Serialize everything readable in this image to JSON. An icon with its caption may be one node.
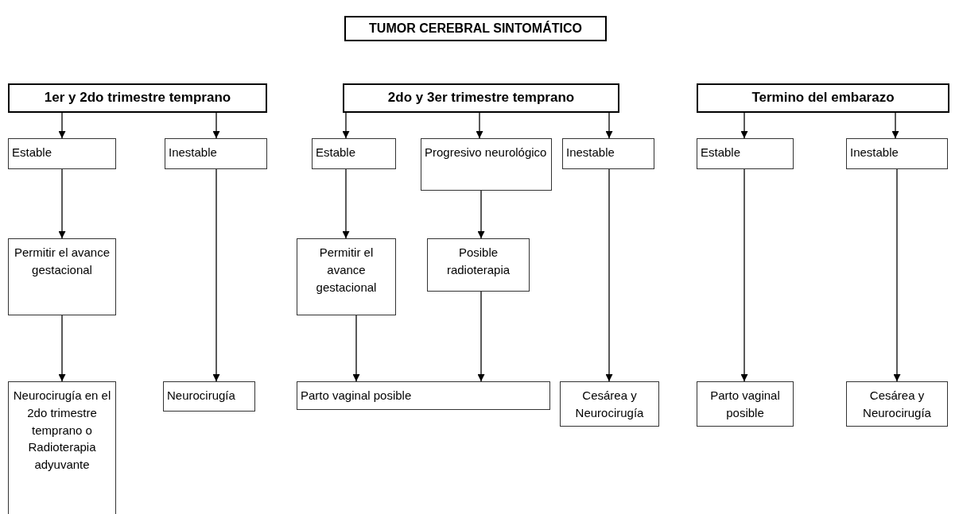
{
  "diagram": {
    "nodes": [
      {
        "text": [
          "TUMOR CEREBRAL SINTOMÁTICO"
        ]
      },
      {
        "text": [
          "1er y 2do trimestre temprano"
        ]
      },
      {
        "text": [
          "2do y 3er trimestre temprano"
        ]
      },
      {
        "text": [
          "Termino del embarazo"
        ]
      },
      {
        "text": [
          "Estable"
        ]
      },
      {
        "text": [
          "Inestable"
        ]
      },
      {
        "text": [
          "Estable"
        ]
      },
      {
        "text": [
          "Progresivo neurológico"
        ]
      },
      {
        "text": [
          "Inestable"
        ]
      },
      {
        "text": [
          "Estable"
        ]
      },
      {
        "text": [
          "Inestable"
        ]
      },
      {
        "text": [
          "Permitir el avance gestacional"
        ]
      },
      {
        "text": [
          "Permitir el avance gestacional"
        ]
      },
      {
        "text": [
          "Posible radioterapia"
        ]
      },
      {
        "text": [
          "Neurocirugía en el 2do trimestre temprano o Radioterapia adyuvante"
        ]
      },
      {
        "text": [
          "Neurocirugía"
        ]
      },
      {
        "text": [
          "Parto vaginal posible"
        ]
      },
      {
        "text": [
          "Cesárea y Neurocirugía"
        ]
      },
      {
        "text": [
          "Parto vaginal posible"
        ]
      },
      {
        "text": [
          "Cesárea y Neurocirugía"
        ]
      }
    ],
    "edges": [
      {
        "from": 1,
        "to": 4,
        "arrow": "to"
      },
      {
        "from": 1,
        "to": 5,
        "arrow": "to"
      },
      {
        "from": 2,
        "to": 6,
        "arrow": "to"
      },
      {
        "from": 2,
        "to": 7,
        "arrow": "to"
      },
      {
        "from": 2,
        "to": 8,
        "arrow": "to"
      },
      {
        "from": 3,
        "to": 9,
        "arrow": "to"
      },
      {
        "from": 3,
        "to": 10,
        "arrow": "to"
      },
      {
        "from": 4,
        "to": 11,
        "arrow": "to"
      },
      {
        "from": 5,
        "to": 15,
        "arrow": "to"
      },
      {
        "from": 6,
        "to": 12,
        "arrow": "to"
      },
      {
        "from": 7,
        "to": 13,
        "arrow": "to"
      },
      {
        "from": 8,
        "to": 17,
        "arrow": "to"
      },
      {
        "from": 9,
        "to": 18,
        "arrow": "to"
      },
      {
        "from": 10,
        "to": 19,
        "arrow": "to"
      },
      {
        "from": 11,
        "to": 14,
        "arrow": "to"
      },
      {
        "from": 12,
        "to": 16,
        "arrow": "to"
      },
      {
        "from": 13,
        "to": 16,
        "arrow": "to"
      }
    ]
  }
}
